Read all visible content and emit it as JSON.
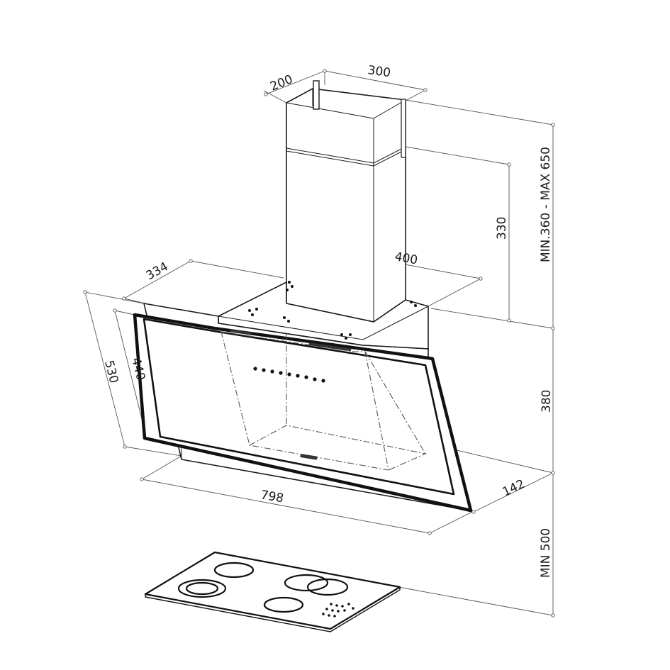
{
  "colors": {
    "line": "#1a1a1a",
    "dimension_line": "#555555",
    "background": "#ffffff"
  },
  "dimensions": {
    "chimney_depth": "200",
    "chimney_width": "300",
    "chimney_total_height": "MIN.360 - MAX 650",
    "chimney_upper_height": "330",
    "canopy_top_depth": "334",
    "canopy_top_width": "400",
    "hood_height": "530",
    "glass_height": "440",
    "hood_body_height": "380",
    "hood_width": "798",
    "hood_bottom_depth": "142",
    "min_clearance": "MIN 500"
  }
}
